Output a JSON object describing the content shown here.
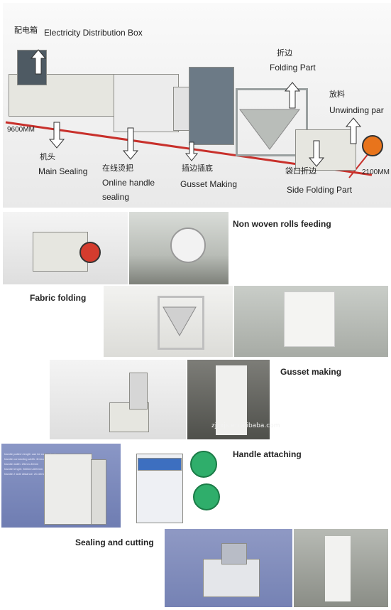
{
  "overview": {
    "labels": {
      "distribution_cn": "配电箱",
      "distribution_en": "Electricity Distribution Box",
      "folding_cn": "折边",
      "folding_en": "Folding Part",
      "unwinding_cn": "放料",
      "unwinding_en": "Unwinding par",
      "length_dim": "9600MM",
      "width_dim": "2100MM",
      "main_sealing_cn": "机头",
      "main_sealing_en": "Main Sealing",
      "handle_cn": "在线烫把",
      "handle_en_1": "Online handle",
      "handle_en_2": "sealing",
      "gusset_cn": "插边插底",
      "gusset_en": "Gusset Making",
      "side_folding_cn": "袋口折边",
      "side_folding_en": "Side Folding Part"
    }
  },
  "steps": {
    "feeding": "Non woven rolls feeding",
    "fabric_folding": "Fabric folding",
    "gusset_making": "Gusset making",
    "handle_attaching": "Handle attaching",
    "sealing_cutting": "Sealing and cutting"
  },
  "watermark": "zjzxjs.en.alibaba.com",
  "handle_notes": [
    "handle pattern length can be customized",
    "handle connecting width: 3mm-8mm",
    "handle width: 25mm-30mm",
    "handle length: 360mm-600mm",
    "handle 2 side distance: 20-40mm"
  ],
  "colors": {
    "dimension_line": "#c8302b",
    "arrow_fill": "#ffffff",
    "roll_orange": "#e8741c",
    "roll_green": "#2fae6b"
  }
}
